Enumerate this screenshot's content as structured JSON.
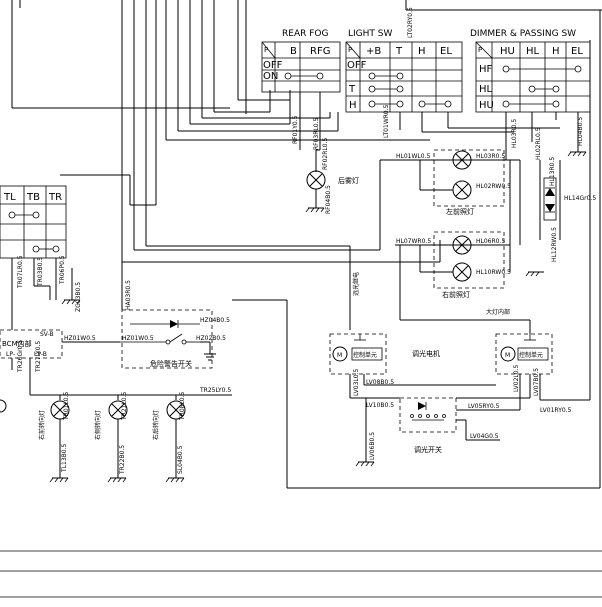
{
  "switches": {
    "rear_fog": {
      "title": "REAR FOG",
      "cols": [
        "P",
        "B",
        "RFG"
      ],
      "rows": [
        "OFF",
        "ON"
      ]
    },
    "light_sw": {
      "title": "LIGHT SW",
      "cols": [
        "P",
        "+B",
        "T",
        "H",
        "EL"
      ],
      "rows": [
        "OFF",
        "T",
        "H"
      ]
    },
    "dimmer": {
      "title": "DIMMER & PASSING SW",
      "cols": [
        "P",
        "HU",
        "HL",
        "H",
        "EL"
      ],
      "rows": [
        "HF",
        "HL",
        "HU"
      ]
    },
    "turn_sw": {
      "cols": [
        "TL",
        "TB",
        "TR"
      ]
    }
  },
  "components": {
    "rear_fog_lamp": "后雾灯",
    "left_headlamp": "左前照灯",
    "right_headlamp": "右前照灯",
    "hazard_switch": "危险警告开关",
    "dimmer_motor": "调光电机",
    "dimmer_switch": "调光开关",
    "control_unit_1": "控制单元",
    "control_unit_2": "控制单元",
    "bcm": "BCM内部",
    "beam_relay": "远光继电",
    "lamp_relay": "大灯内部",
    "rf_turn": "右前转向灯",
    "rs_turn": "右侧转向灯",
    "rr_turn": "右后转向灯"
  },
  "wires": {
    "rf03rl": "RF03RL0.5",
    "rf04b": "RF04B0.5",
    "rf01y": "RF01Y0.5",
    "rf02r": "RF02RL0.5",
    "lt01wr": "LT01WR0.5",
    "lt02r": "LT02RY0.5",
    "hl03rl": "HL03R0.5",
    "hl02r": "HL02RL0.5",
    "hl04b": "HL04B0.5",
    "hl01wl": "HL01WL0.5",
    "hl03": "HL03R0.5",
    "hl02rw": "HL02RW0.5",
    "hl14gr": "HL14Gr0.5",
    "hl13": "HL13R0.5",
    "hl12rw": "HL12RW0.5",
    "hl07wr": "HL07WR0.5",
    "hl06": "HL06R0.5",
    "hl10rw": "HL10RW0.5",
    "tr07l": "TR07LR0.5",
    "tr03b": "TR03B0.5",
    "tr06p": "TR06P0.5",
    "zg03b": "ZG03B0.5",
    "ha03r": "HA03R0.5",
    "hz04b": "HZ04B0.5",
    "hz01w_a": "HZ01W0.5",
    "hz01w_b": "HZ01W0.5",
    "hz02b": "HZ02B0.5",
    "tr25ly": "TR25LY0.5",
    "tr27ly": "TR27LY0.5",
    "tr26gr": "TR26Gr0.5",
    "tr01l": "TR01L0.5",
    "tr21l": "TR21L0.5",
    "tr08l": "TR08L0.5",
    "tl13b": "TL13B0.5",
    "tr22b": "TR22B0.5",
    "sl04b": "SL04B0.5",
    "lv03": "LV03L0.5",
    "lv08b": "LV08B0.5",
    "lv10b": "LV10B0.5",
    "lv05r": "LV05RY0.5",
    "lv01r": "LV01RY0.5",
    "lv02": "LV02L0.5",
    "lv07b": "LV07B0.5",
    "lv04g": "LV04G0.5",
    "lv06b": "LV06B0.5",
    "bcm_sv": "SV-B",
    "bcm_lp": "LP-",
    "bcm_lp2": "LP-B"
  }
}
